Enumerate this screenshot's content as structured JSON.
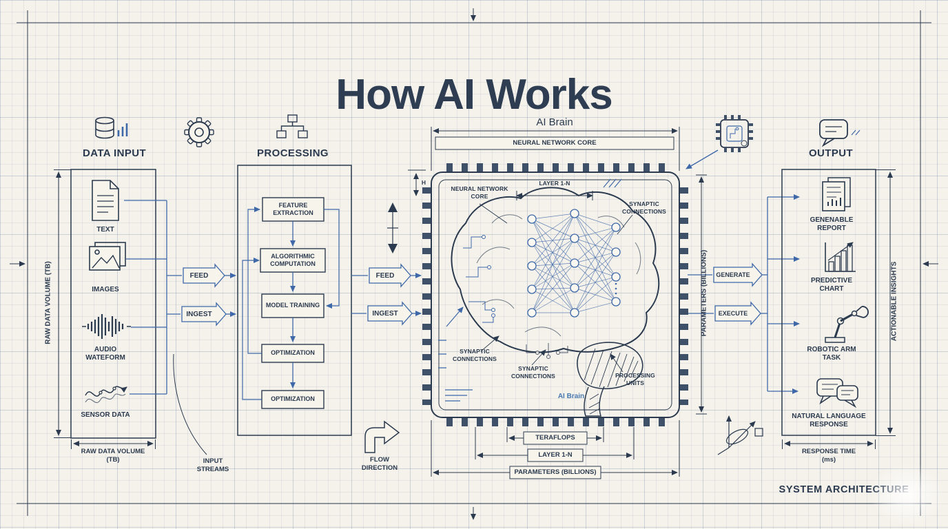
{
  "title": "How AI Works",
  "frame": {
    "footer": "SYSTEM ARCHITECTURE"
  },
  "input": {
    "header": "DATA INPUT",
    "items": [
      {
        "icon": "text-document-icon",
        "label": "TEXT"
      },
      {
        "icon": "images-icon",
        "label": "IMAGES"
      },
      {
        "icon": "audio-waveform-icon",
        "label": "AUDIO WATEFORM"
      },
      {
        "icon": "sensor-data-icon",
        "label": "SENSOR DATA"
      }
    ],
    "dim_left": "RAW DATA VOLUME (TB)",
    "dim_bottom": "RAW DATA VOLUME (TB)",
    "annotation_streams": "INPUT STREAMS",
    "arrow_feed": "FEED",
    "arrow_ingest": "INGEST"
  },
  "processing": {
    "header": "PROCESSING",
    "steps": [
      {
        "label": "FEATURE EXTRACTION"
      },
      {
        "label": "ALGORITHMIC COMPUTATION"
      },
      {
        "label": "MODEL TRAINING"
      },
      {
        "label": "OPTIMIZATION"
      },
      {
        "label": "OPTIMIZATION"
      }
    ],
    "annotation_flow": "FLOW DIRECTION",
    "arrow_feed": "FEED",
    "arrow_ingest": "INGEST"
  },
  "brain": {
    "header": "AI Brain",
    "dim_top": "NEURAL NETWORK CORE",
    "label_core": "NEURAL NETWORK CORE",
    "label_layers": "LAYER 1-N",
    "label_syn_right": "SYNAPTIC CONNECTIONS",
    "label_syn_left": "SYNAPTIC CONNECTIONS",
    "label_syn_bottom": "SYNAPTIC CONNECTIONS",
    "label_units": "PROCESSING UNITS",
    "label_brain_small": "AI Brain",
    "dim_h": "H",
    "dim_right": "PARAMETERS (BILLIONS)",
    "dim_teraflops": "TERAFLOPS",
    "dim_layers_bottom": "LAYER 1-N",
    "dim_parameters_bottom": "PARAMETERS (BILLIONS)",
    "arrow_generate": "GENERATE",
    "arrow_execute": "EXECUTE"
  },
  "output": {
    "header": "OUTPUT",
    "items": [
      {
        "icon": "report-icon",
        "label": "GENENABLE REPORT"
      },
      {
        "icon": "chart-icon",
        "label": "PREDICTIVE CHART"
      },
      {
        "icon": "robot-arm-icon",
        "label": "ROBOTIC ARM TASK"
      },
      {
        "icon": "chat-bubbles-icon",
        "label": "NATURAL LANGUAGE RESPONSE"
      }
    ],
    "dim_right": "ACTIONABLE INSIGHTS",
    "dim_bottom": "RESPONSE TIME (ms)"
  },
  "colors": {
    "ink": "#2b3a4e",
    "blue": "#3e68a8",
    "background": "#f5f2eb"
  }
}
